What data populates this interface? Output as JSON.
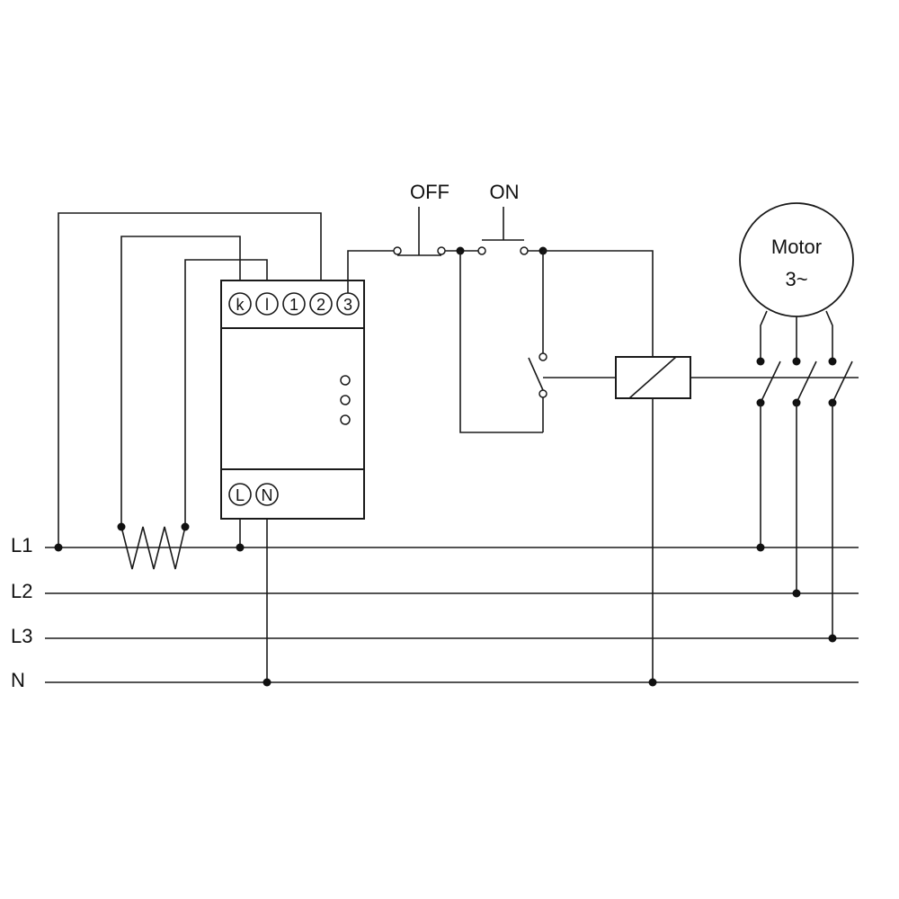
{
  "buttons": {
    "off_label": "OFF",
    "on_label": "ON"
  },
  "motor": {
    "line1": "Motor",
    "line2": "3~"
  },
  "bus_labels": {
    "l1": "L1",
    "l2": "L2",
    "l3": "L3",
    "n": "N"
  },
  "device": {
    "top_terminals": [
      "k",
      "l",
      "1",
      "2",
      "3"
    ],
    "bottom_terminals": [
      "L",
      "N"
    ]
  }
}
